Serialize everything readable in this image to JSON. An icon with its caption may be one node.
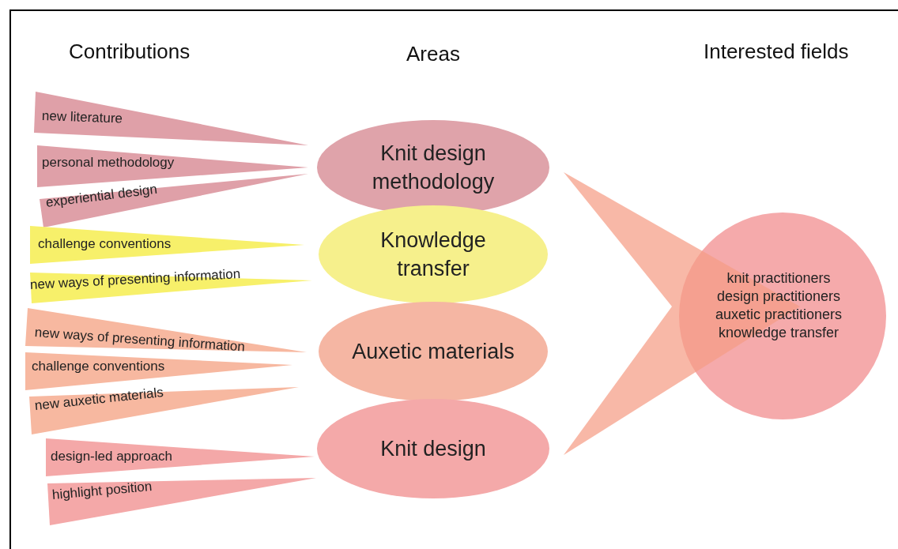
{
  "diagram": {
    "nodes": [
      {
        "text": [
          "new literature"
        ]
      },
      {
        "text": [
          "personal methodology"
        ]
      },
      {
        "text": [
          "experiential design"
        ]
      },
      {
        "text": [
          "challenge conventions"
        ]
      },
      {
        "text": [
          "new ways of presenting information"
        ]
      },
      {
        "text": [
          "new ways of presenting information"
        ]
      },
      {
        "text": [
          "challenge conventions"
        ]
      },
      {
        "text": [
          "new auxetic materials"
        ]
      },
      {
        "text": [
          "design-led approach"
        ]
      },
      {
        "text": [
          "highlight position"
        ]
      },
      {
        "text": [
          "Knit design methodology"
        ]
      },
      {
        "text": [
          "Knowledge transfer"
        ]
      },
      {
        "text": [
          "Auxetic materials"
        ]
      },
      {
        "text": [
          "Knit design"
        ]
      },
      {
        "text": [
          "knit practitioners",
          "design practitioners",
          "auxetic practitioners",
          "knowledge transfer"
        ]
      }
    ],
    "edges": [
      {
        "from": 10,
        "to": 14,
        "arrow": "none",
        "style": "thick"
      },
      {
        "from": 13,
        "to": 14,
        "arrow": "none",
        "style": "thick"
      }
    ],
    "labels": [
      "Contributions",
      "Areas",
      "Interested fields"
    ]
  }
}
